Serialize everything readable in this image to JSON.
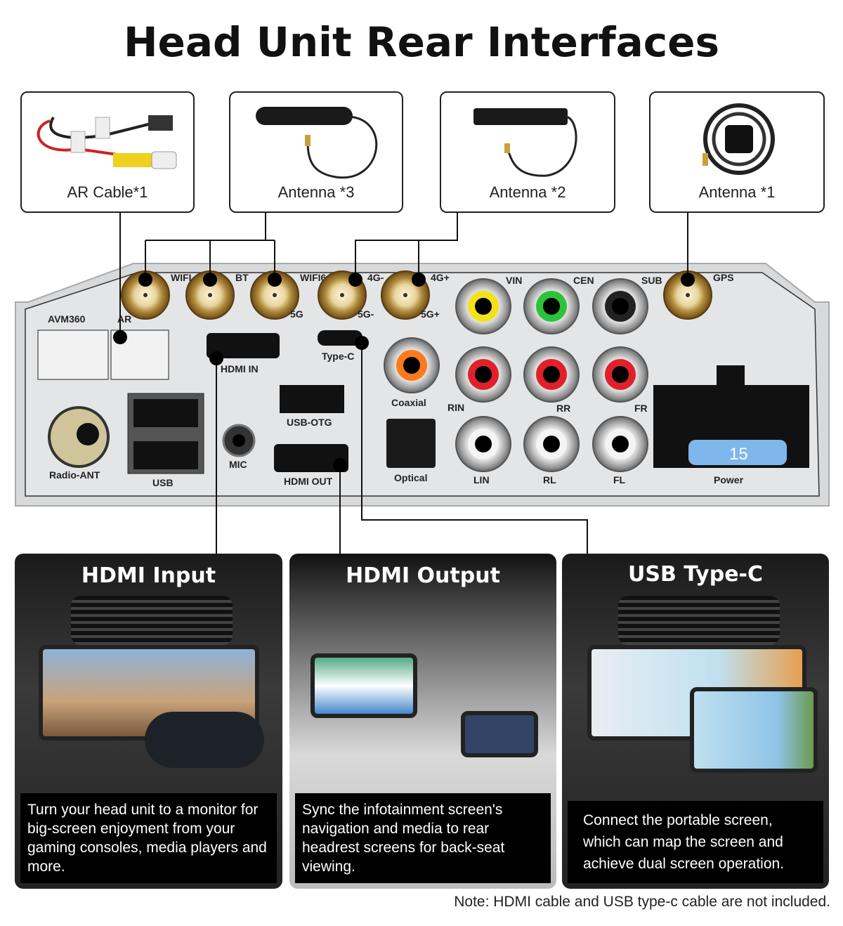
{
  "title": "Head Unit Rear Interfaces",
  "accessories": [
    {
      "label": "AR Cable*1"
    },
    {
      "label": "Antenna *3"
    },
    {
      "label": "Antenna *2"
    },
    {
      "label": "Antenna *1"
    }
  ],
  "panel": {
    "antenna_ports": [
      {
        "top": "WIFI"
      },
      {
        "top": "BT"
      },
      {
        "top": "WIFI6",
        "bottom": "5G"
      },
      {
        "top": "4G-",
        "bottom": "5G-"
      },
      {
        "top": "4G+",
        "bottom": "5G+"
      },
      {
        "top": "GPS"
      }
    ],
    "labels": {
      "avm": "AVM360",
      "ar": "AR",
      "hdmi_in": "HDMI  IN",
      "type_c": "Type-C",
      "coaxial": "Coaxial",
      "usb_otg": "USB-OTG",
      "mic": "MIC",
      "hdmi_out": "HDMI  OUT",
      "optical": "Optical",
      "radio": "Radio-ANT",
      "usb": "USB",
      "vin": "VIN",
      "cen": "CEN",
      "sub": "SUB",
      "rin": "RIN",
      "rr": "RR",
      "fr": "FR",
      "lin": "LIN",
      "rl": "RL",
      "fl": "FL",
      "power": "Power",
      "fuse": "15"
    },
    "colors": {
      "yellow": "#f2e21a",
      "green": "#2cc23a",
      "red": "#e0202a",
      "orange": "#ff7a1a",
      "fuse": "#7fb6ec"
    }
  },
  "cards": [
    {
      "title": "HDMI Input",
      "caption": "Turn your head unit to a monitor for big-screen enjoyment from your gaming consoles, media players and more."
    },
    {
      "title": "HDMI Output",
      "caption": "Sync the infotainment screen's navigation and media to rear headrest screens for back-seat viewing."
    },
    {
      "title": "USB Type-C",
      "caption": "Connect the portable screen, which can map the screen and achieve dual screen operation."
    }
  ],
  "note": "Note: HDMI cable and USB type-c cable are not included."
}
